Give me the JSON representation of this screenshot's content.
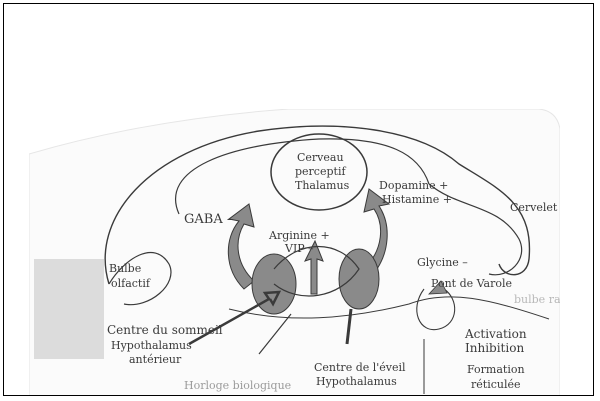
{
  "diagram": {
    "labels": {
      "cerveau": "Cerveau",
      "perceptif": "perceptif",
      "thalamus": "Thalamus",
      "gaba": "GABA –",
      "arginine": "Arginine +",
      "vip": "VIP –",
      "dopamine": "Dopamine +",
      "histamine": "Histamine +",
      "cervelet": "Cervelet",
      "bulbe": "Bulbe",
      "olfactif": "olfactif",
      "glycine": "Glycine –",
      "pont": "Pont de Varole",
      "bulbe_rach": "bulbe ra",
      "centre_sommeil": "Centre du sommeil",
      "hypo_ant": "Hypothalamus",
      "anterieur": "antérieur",
      "horloge": "Horloge biologique",
      "centre_eveil": "Centre de l'éveil",
      "hypo_post": "Hypothalamus",
      "activation": "Activation",
      "inhibition": "Inhibition",
      "formation": "Formation",
      "reticulee": "réticulée"
    },
    "colors": {
      "ink": "#3a3a3a",
      "arrow_fill": "#8a8a8a",
      "tape": "#d6d6d6",
      "paper": "#fbfbfb"
    }
  }
}
